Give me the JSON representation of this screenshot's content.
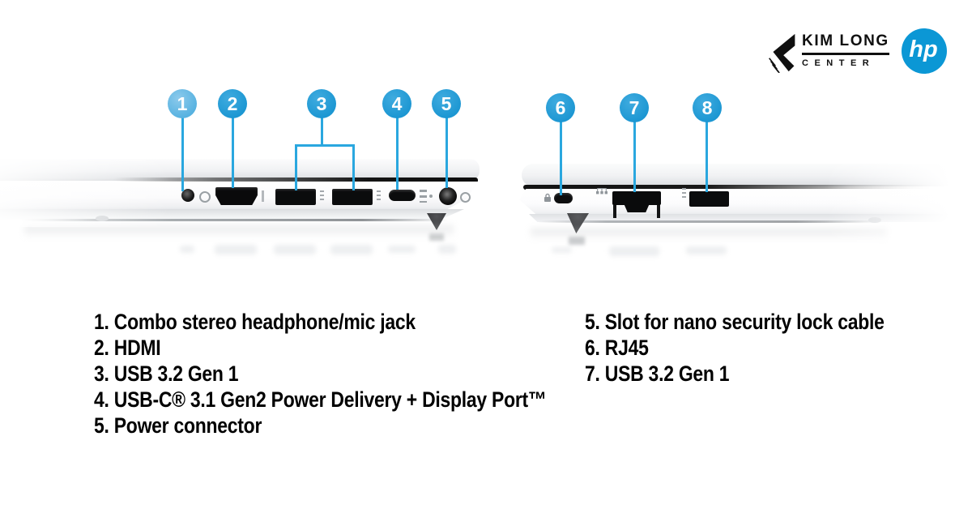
{
  "branding": {
    "kim_long": {
      "name_line": "KIM LONG",
      "sub_line": "CENTER"
    },
    "hp": {
      "text": "hp"
    }
  },
  "callouts": {
    "numbers": [
      "1",
      "2",
      "3",
      "4",
      "5",
      "6",
      "7",
      "8"
    ]
  },
  "legend": {
    "left": [
      "1. Combo stereo headphone/mic jack",
      "2. HDMI",
      "3. USB 3.2 Gen 1",
      "4. USB-C® 3.1 Gen2 Power Delivery + Display Port™",
      "5. Power connector"
    ],
    "right": [
      "5. Slot for nano security lock cable",
      "6. RJ45",
      "7. USB 3.2 Gen 1"
    ]
  },
  "colors": {
    "callout_blue": "#1b96d2",
    "callout_blue_light": "#55b1e0",
    "leader_line_blue": "#2aa7df",
    "hp_logo_blue": "#0b97d5",
    "legend_text": "#000000",
    "logo_text": "#101010"
  },
  "icons": {
    "kim-long-arrow-icon": "black left chevron with hatch stripes",
    "hp-logo-circle": "blue circle with white hp",
    "headset-icon": "gray ring",
    "power-icon": "gray ring",
    "hdmi-label-tick": "gray vertical bar",
    "usb-icon": "gray dashes",
    "usb-c-icons": "gray stacked marks",
    "lock-icon": "gray padlock",
    "ethernet-icon": "gray network glyph"
  }
}
